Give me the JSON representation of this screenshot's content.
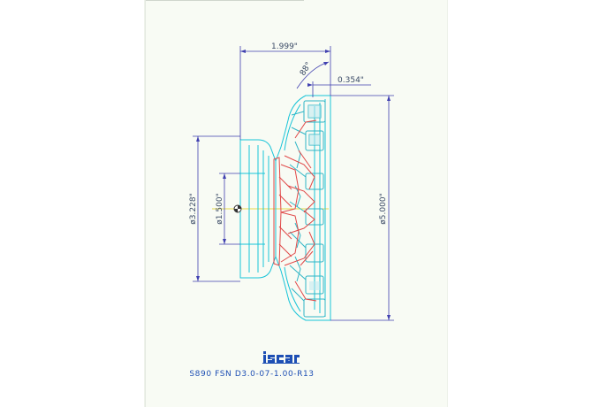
{
  "dimensions": {
    "overall_length": "1.999\"",
    "insert_angle": "88°",
    "insert_depth": "0.354\"",
    "body_diameter": "ø3.228\"",
    "bore_diameter": "ø1.500\"",
    "cutting_diameter": "ø5.000\""
  },
  "title_block": {
    "logo": "iscar",
    "part_number": "S890 FSN D3.0-07-1.00-R13"
  },
  "colors": {
    "dimension_lines": "#4040b0",
    "body_outline": "#18c4d8",
    "inserts": "#30b6c6",
    "section_hatch": "#e04848",
    "axis": "#e6d84a",
    "brand": "#1e4fb4"
  }
}
